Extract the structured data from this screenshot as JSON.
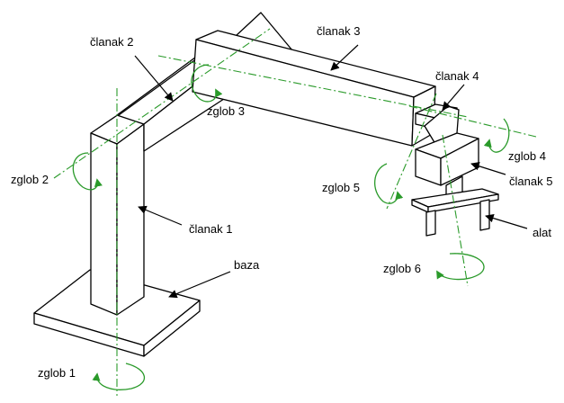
{
  "colors": {
    "axis": "#2a9a2a",
    "outline": "#000000",
    "background": "#ffffff"
  },
  "labels": {
    "clanak1": "članak 1",
    "clanak2": "članak 2",
    "clanak3": "članak 3",
    "clanak4": "članak 4",
    "clanak5": "članak 5",
    "baza": "baza",
    "alat": "alat",
    "zglob1": "zglob 1",
    "zglob2": "zglob 2",
    "zglob3": "zglob 3",
    "zglob4": "zglob 4",
    "zglob5": "zglob 5",
    "zglob6": "zglob 6"
  }
}
